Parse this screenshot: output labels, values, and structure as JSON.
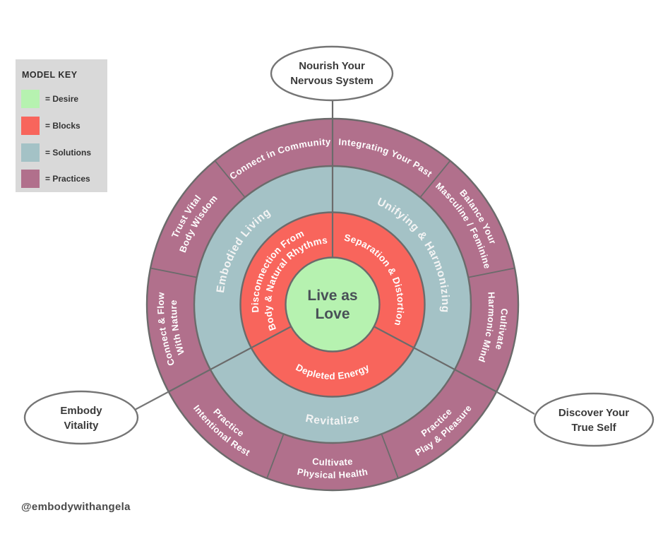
{
  "legend": {
    "title": "MODEL KEY",
    "items": [
      {
        "label": "= Desire",
        "color": "#b6f2b0"
      },
      {
        "label": "= Blocks",
        "color": "#f8655c"
      },
      {
        "label": "= Solutions",
        "color": "#a4c2c6"
      },
      {
        "label": "= Practices",
        "color": "#b1708c"
      }
    ]
  },
  "callouts": {
    "top": {
      "line1": "Nourish Your",
      "line2": "Nervous System"
    },
    "left": {
      "line1": "Embody",
      "line2": "Vitality"
    },
    "right": {
      "line1": "Discover Your",
      "line2": "True Self"
    }
  },
  "rings": {
    "desire": {
      "color": "#b6f2b0",
      "line1": "Live as",
      "line2": "Love"
    },
    "blocks": {
      "color": "#f8655c",
      "segments": {
        "disconnection": {
          "line1": "Disconnection From",
          "line2": "Body & Natural Rhythms"
        },
        "separation": "Separation & Distortion",
        "depleted": "Depleted Energy"
      }
    },
    "solutions": {
      "color": "#a4c2c6",
      "segments": {
        "embodied": "Embodied Living",
        "unifying": "Unifying & Harmonizing",
        "revitalize": "Revitalize"
      }
    },
    "practices": {
      "color": "#b1708c",
      "segments": {
        "community": "Connect in Community",
        "integrating": "Integrating Your Past",
        "balance": {
          "line1": "Balance Your",
          "line2": "Masculine / Feminine"
        },
        "harmonic": {
          "line1": "Cultivate",
          "line2": "Harmonic Mind"
        },
        "play": {
          "line1": "Practice",
          "line2": "Play & Pleasure"
        },
        "physical": {
          "line1": "Cultivate",
          "line2": "Physical Health"
        },
        "rest": {
          "line1": "Practice",
          "line2": "Intentional Rest"
        },
        "nature": {
          "line1": "Connect & Flow",
          "line2": "With Nature"
        },
        "trust": {
          "line1": "Trust Vital",
          "line2": "Body Wisdom"
        }
      }
    }
  },
  "watermark": "@embodywithangela"
}
